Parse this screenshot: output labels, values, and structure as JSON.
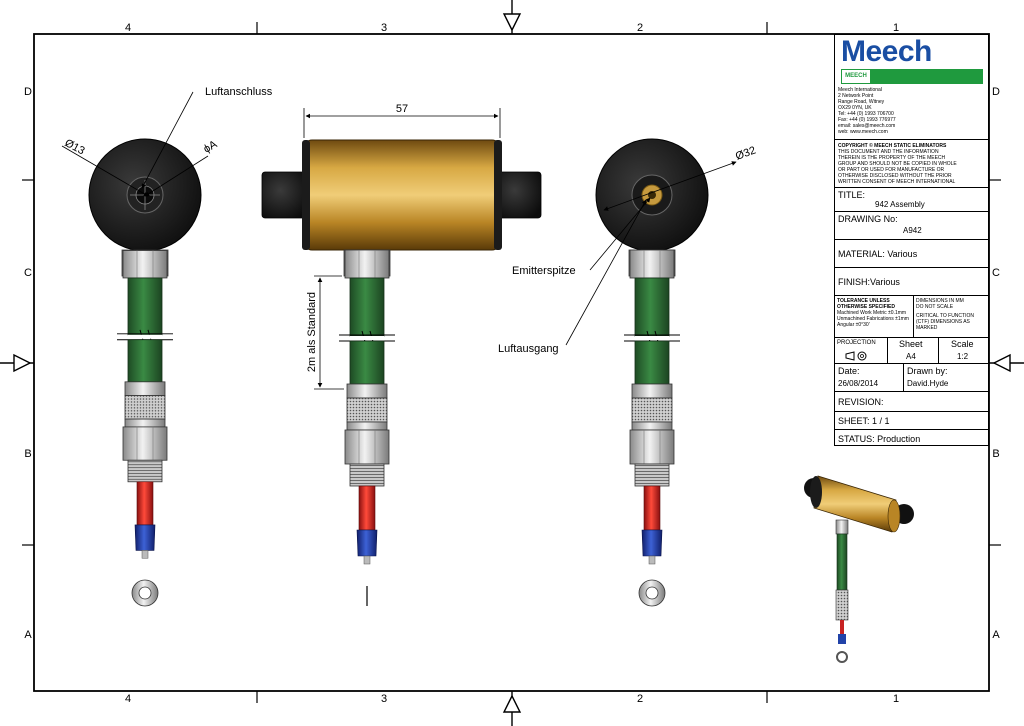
{
  "zones": {
    "top": [
      "4",
      "3",
      "2",
      "1"
    ],
    "bottom": [
      "4",
      "3",
      "2",
      "1"
    ],
    "left": [
      "D",
      "C",
      "B",
      "A"
    ],
    "right": [
      "D",
      "C",
      "B",
      "A"
    ]
  },
  "callouts": {
    "luftanschluss": "Luftanschluss",
    "emitterspitze": "Emitterspitze",
    "luftausgang": "Luftausgang",
    "standard_length": "2m als Standard"
  },
  "dimensions": {
    "dia13": "Ø13",
    "diaA": "ϕA",
    "len57": "57",
    "dia32": "Ø32"
  },
  "title_block": {
    "logo": "Meech",
    "logo_badge": "MEECH",
    "address": [
      "Meech International",
      "2 Network Point",
      "Range Road, Witney",
      "OX29 0YN, UK",
      "Tel: +44 (0) 1993 706700",
      "Fax: +44 (0) 1993 776977",
      "email: sales@meech.com",
      "web: www.meech.com"
    ],
    "copyright": [
      "COPYRIGHT © MEECH STATIC ELIMINATORS",
      "THIS DOCUMENT AND THE INFORMATION",
      "THEREIN IS THE PROPERTY OF THE MEECH",
      "GROUP AND SHOULD NOT BE COPIED IN WHOLE",
      "OR PART OR USED FOR MANUFACTURE OR",
      "OTHERWISE DISCLOSED WITHOUT THE PRIOR",
      "WRITTEN CONSENT OF MEECH INTERNATIONAL"
    ],
    "title_label": "TITLE:",
    "title_value": "942 Assembly",
    "drawing_label": "DRAWING No:",
    "drawing_value": "A942",
    "material": "MATERIAL: Various",
    "finish": "FINISH:Various",
    "tolerance": [
      "TOLERANCE UNLESS",
      "OTHERWISE SPECIFIED",
      "Machined Work Metric ±0.1mm",
      "Unmachined Fabrications ±1mm",
      "Angular ±0°30'"
    ],
    "dims_note": [
      "DIMENSIONS IN MM",
      "DO NOT SCALE",
      "",
      "CRITICAL TO FUNCTION",
      "(CTF) DIMENSIONS AS",
      "MARKED"
    ],
    "projection_label": "PROJECTION",
    "sheet_label": "Sheet",
    "sheet_value": "A4",
    "scale_label": "Scale",
    "scale_value": "1:2",
    "date_label": "Date:",
    "date_value": "26/08/2014",
    "drawn_label": "Drawn by:",
    "drawn_value": "David.Hyde",
    "revision": "REVISION:",
    "sheet_count": "SHEET: 1 / 1",
    "status": "STATUS: Production"
  },
  "colors": {
    "brand_blue": "#1a4ea3",
    "brand_green": "#1f9a3e",
    "body_brass": "#b8862a",
    "cable_green": "#2e6b35",
    "wire_red": "#d42020",
    "sleeve_blue": "#2142a8"
  }
}
